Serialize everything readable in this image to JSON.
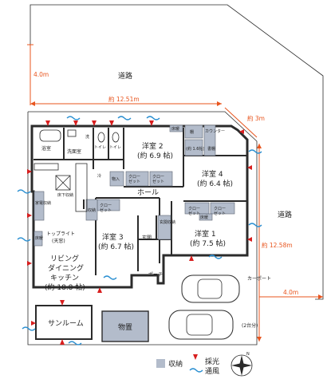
{
  "roads": {
    "top": "道路",
    "right": "道路"
  },
  "dimensions": {
    "road_top_width": "4.0m",
    "frontage": "約 12.51m",
    "corner_cut": "約 3m",
    "depth": "約 12.58m",
    "road_right_width": "4.0m"
  },
  "rooms": {
    "bath": "浴室",
    "washroom": "洗面室",
    "toilet_1": "トイレ",
    "toilet_2": "トイレ",
    "wash_small": "洗",
    "reizo": "冷",
    "western_2": "洋室 2",
    "western_2_size": "(約 6.9 帖)",
    "shelf": "棚",
    "counter": "カウンター",
    "bookshelf": "書棚",
    "approx_16": "(約 1.6帖)",
    "western_4": "洋室 4",
    "western_4_size": "(約 6.4 帖)",
    "hall": "ホール",
    "underfloor": "床下収納",
    "appliance_storage": "家電収納",
    "skylight": "トップライト",
    "skylight_note": "(天窓)",
    "living_1": "リビング",
    "living_2": "ダイニング",
    "living_3": "キッチン",
    "living_size": "(約 18.8 帖)",
    "storage_label": "収納",
    "western_3": "洋室 3",
    "western_3_size": "(約 6.7 帖)",
    "entrance": "玄関",
    "entrance_storage": "玄関収納",
    "western_1": "洋室 1",
    "western_1_size": "(約 7.5 帖)",
    "porch": "ポーチ",
    "sunroom": "サンルーム",
    "shed": "物置",
    "carport": "カーポート",
    "carport_cap": "(2台分)",
    "input": "物入",
    "floor_heat": "床暖"
  },
  "closets": {
    "c1": "クロー\nゼット",
    "c2": "クロー\nゼット",
    "c3": "クロー\nゼット",
    "c4": "クロー\nゼット",
    "c5": "クロー\nゼット"
  },
  "legend": {
    "storage": "収納",
    "light": "採光",
    "wind": "通風"
  },
  "compass": {
    "north": "N"
  },
  "colors": {
    "dimension": "#e8551e",
    "storage_fill": "#b3bccb",
    "light_arrow": "#d81e1e",
    "wind_arrow": "#2a8fd1",
    "shed_fill": "#b3bccb"
  }
}
